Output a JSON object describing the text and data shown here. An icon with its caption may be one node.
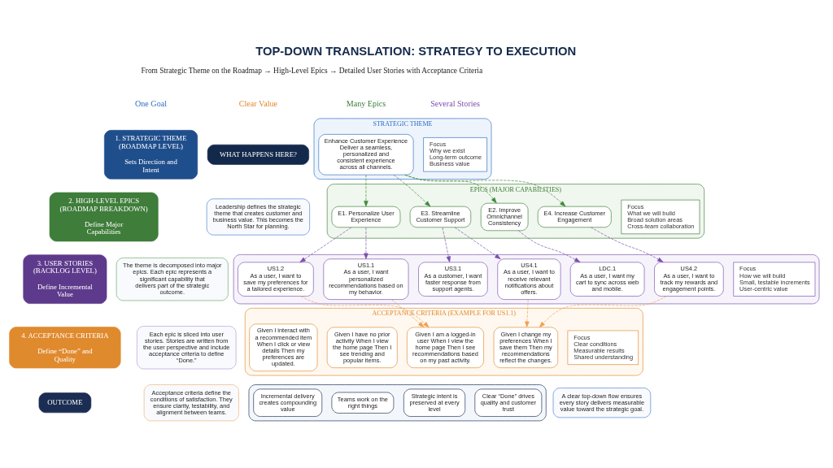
{
  "diagram": {
    "title": "TOP-DOWN TRANSLATION: STRATEGY TO EXECUTION",
    "nodes": [
      {
        "text": [
          "One Goal"
        ]
      },
      {
        "text": [
          "Many Epics"
        ]
      },
      {
        "text": [
          "Several Stories"
        ]
      },
      {
        "text": [
          "Clear Value"
        ]
      },
      {
        "text": [
          "1. STRATEGIC THEME (ROADMAP LEVEL)",
          "Sets Direction and Intent"
        ]
      },
      {
        "text": [
          "STRATEGIC THEME"
        ]
      },
      {
        "text": [
          "Enhance Customer Experience",
          "Deliver a seamless, personalized and consistent experience across all channels."
        ],
        "in": 5
      },
      {
        "text": [
          "Focus",
          "Why we exist",
          "Long-term outcome",
          "Business value"
        ],
        "in": 5
      },
      {
        "text": [
          "WHAT HAPPENS HERE?"
        ]
      },
      {
        "text": [
          "Leadership defines the strategic theme that creates customer and business value. This becomes the North Star for planning."
        ]
      },
      {
        "text": [
          "2. HIGH-LEVEL EPICS (ROADMAP BREAKDOWN)",
          "Define Major Capabilities"
        ]
      },
      {
        "text": [
          "EPICS (MAJOR CAPABILITIES)"
        ]
      },
      {
        "text": [
          "E1. Personalize User Experience"
        ],
        "in": 11
      },
      {
        "text": [
          "E2. Improve Omnichannel Consistency"
        ],
        "in": 11
      },
      {
        "text": [
          "E3. Streamline Customer Support"
        ],
        "in": 11
      },
      {
        "text": [
          "E4. Increase Customer Engagement"
        ],
        "in": 11
      },
      {
        "text": [
          "Focus",
          "What we will build",
          "Broad solution areas",
          "Cross-team collaboration"
        ],
        "in": 11
      },
      {
        "text": [
          "The theme is decomposed into major epics. Each epic represents a significant capability that delivers part of the strategic outcome."
        ]
      },
      {
        "text": [
          "3. USER STORIES (BACKLOG LEVEL)",
          "Define Incremental Value"
        ]
      },
      {
        "text": [],
        "shape": "box"
      },
      {
        "text": [
          "US1.1",
          "As a user, I want personalized recommendations based on my behavior."
        ],
        "in": 19
      },
      {
        "text": [
          "US1.2",
          "As a user, I want to save my preferences for a tailored experience."
        ],
        "in": 19
      },
      {
        "text": [
          "LDC.1",
          "As a user, I want my cart to sync across web and mobile."
        ],
        "in": 19
      },
      {
        "text": [
          "US3.1",
          "As a customer, I want faster response from support agents."
        ],
        "in": 19
      },
      {
        "text": [
          "US4.1",
          "As a user, I want to receive relevant notifications about offers."
        ],
        "in": 19
      },
      {
        "text": [
          "US4.2",
          "As a user, I want to track my rewards and engagement points."
        ],
        "in": 19
      },
      {
        "text": [
          "Focus",
          "How we will build",
          "Small, testable increments",
          "User-centric value"
        ],
        "in": 19
      },
      {
        "text": [
          "Each epic is sliced into user stories. Stories are written from the user perspective and include acceptance criteria to define “Done.”"
        ]
      },
      {
        "text": [
          "4. ACCEPTANCE CRITERIA",
          "Define “Done” and Quality"
        ]
      },
      {
        "text": [
          "ACCEPTANCE CRITERIA (EXAMPLE FOR US1.1)"
        ]
      },
      {
        "text": [
          "Given I am a logged-in user When I view the home page Then I see recommendations based on my past activity."
        ],
        "in": 29
      },
      {
        "text": [
          "Given I have no prior activity When I view the home page Then I see trending and popular items."
        ],
        "in": 29
      },
      {
        "text": [
          "Given I interact with a recommended item When I click or view details Then my preferences are updated."
        ],
        "in": 29
      },
      {
        "text": [
          "Given I change my preferences When I save them Then my recommendations reflect the changes."
        ],
        "in": 29
      },
      {
        "text": [
          "Focus",
          "Clear conditions",
          "Measurable results",
          "Shared understanding"
        ],
        "in": 29
      },
      {
        "text": [
          "Acceptance criteria define the conditions of satisfaction. They ensure clarity, testability, and alignment between teams."
        ]
      },
      {
        "text": [
          "OUTCOME"
        ]
      },
      {
        "text": [],
        "shape": "box"
      },
      {
        "text": [
          "Strategic intent is preserved at every level"
        ],
        "in": 37
      },
      {
        "text": [
          "Teams work on the right things"
        ],
        "in": 37
      },
      {
        "text": [
          "Incremental delivery creates compounding value"
        ],
        "in": 37
      },
      {
        "text": [
          "Clear “Done” drives quality and customer trust"
        ],
        "in": 37
      },
      {
        "text": [
          "A clear top-down flow ensures every story delivers measurable value toward the strategic goal."
        ]
      }
    ],
    "edges": [
      {
        "from": 6,
        "to": 12,
        "arrow": "to",
        "style": "dashed",
        "color": "#3f8a3a"
      },
      {
        "from": 6,
        "to": 13,
        "arrow": "to",
        "style": "dashed",
        "color": "#3f8a3a"
      },
      {
        "from": 6,
        "to": 14,
        "arrow": "to",
        "style": "dashed",
        "color": "#3f8a3a"
      },
      {
        "from": 6,
        "to": 15,
        "arrow": "to",
        "style": "dashed",
        "color": "#3f8a3a"
      },
      {
        "from": 12,
        "to": 20,
        "arrow": "to",
        "style": "dashed",
        "color": "#7a4fb0"
      },
      {
        "from": 12,
        "to": 21,
        "arrow": "to",
        "style": "dashed",
        "color": "#7a4fb0"
      },
      {
        "from": 13,
        "to": 22,
        "arrow": "to",
        "style": "dashed",
        "color": "#7a4fb0"
      },
      {
        "from": 14,
        "to": 23,
        "arrow": "to",
        "style": "dashed",
        "color": "#7a4fb0"
      },
      {
        "from": 14,
        "to": 24,
        "arrow": "to",
        "style": "dashed",
        "color": "#7a4fb0"
      },
      {
        "from": 15,
        "to": 25,
        "arrow": "to",
        "style": "dashed",
        "color": "#7a4fb0"
      },
      {
        "from": 20,
        "to": 30,
        "arrow": "to",
        "style": "dashed",
        "color": "#f0a050"
      },
      {
        "from": 21,
        "to": 30,
        "arrow": "to",
        "style": "dashed",
        "color": "#f0a050"
      },
      {
        "from": 24,
        "to": 33,
        "arrow": "to",
        "style": "dashed",
        "color": "#f0a050"
      },
      {
        "from": 25,
        "to": 33,
        "arrow": "to",
        "style": "dashed",
        "color": "#f0a050"
      }
    ],
    "labels": [
      "From Strategic Theme on the Roadmap → High-Level Epics → Detailed User Stories with Acceptance Criteria"
    ]
  }
}
